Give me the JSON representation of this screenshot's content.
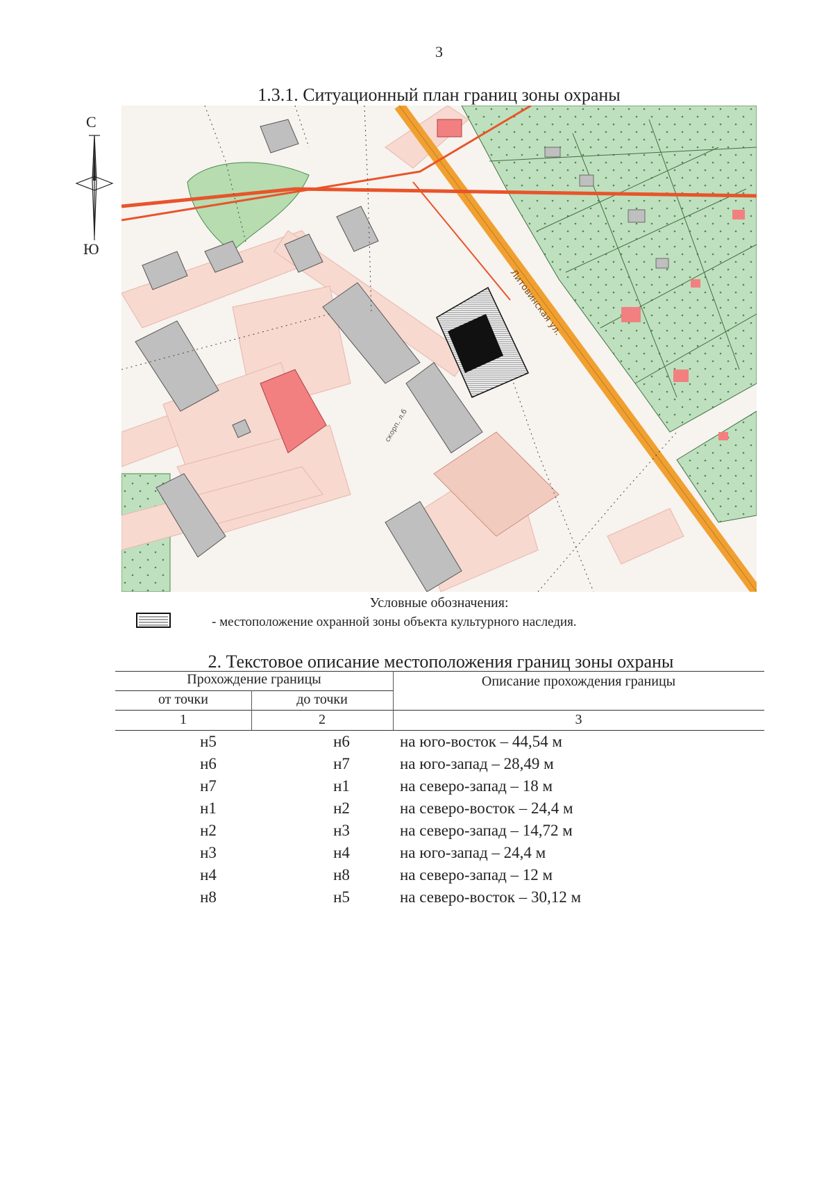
{
  "page_number": "3",
  "map_title": "1.3.1. Ситуационный план границ зоны охраны",
  "north_arrow": {
    "north": "С",
    "south": "Ю"
  },
  "map": {
    "street_label": "Литовинская ул.",
    "labels": [
      "скорп. л.б"
    ],
    "colors": {
      "road": "#f0a030",
      "boundary_line": "#e8542a",
      "residential": "#bfe0bf",
      "pavement": "#f7d9d0",
      "building": "#bfbfbf",
      "house": "#f28080"
    }
  },
  "legend": {
    "title": "Условные обозначения:",
    "item": "- местоположение охранной зоны объекта культурного наследия."
  },
  "section_title": "2. Текстовое описание местоположения границ зоны охраны",
  "table": {
    "header_group": "Прохождение границы",
    "header_from": "от точки",
    "header_to": "до точки",
    "header_desc": "Описание прохождения границы",
    "col_numbers": [
      "1",
      "2",
      "3"
    ],
    "rows": [
      {
        "from": "н5",
        "to": "н6",
        "desc": "на юго-восток – 44,54 м"
      },
      {
        "from": "н6",
        "to": "н7",
        "desc": "на юго-запад – 28,49 м"
      },
      {
        "from": "н7",
        "to": "н1",
        "desc": "на северо-запад – 18 м"
      },
      {
        "from": "н1",
        "to": "н2",
        "desc": "на северо-восток – 24,4 м"
      },
      {
        "from": "н2",
        "to": "н3",
        "desc": "на северо-запад – 14,72 м"
      },
      {
        "from": "н3",
        "to": "н4",
        "desc": "на юго-запад – 24,4 м"
      },
      {
        "from": "н4",
        "to": "н8",
        "desc": "на северо-запад – 12 м"
      },
      {
        "from": "н8",
        "to": "н5",
        "desc": "на северо-восток – 30,12 м"
      }
    ]
  }
}
